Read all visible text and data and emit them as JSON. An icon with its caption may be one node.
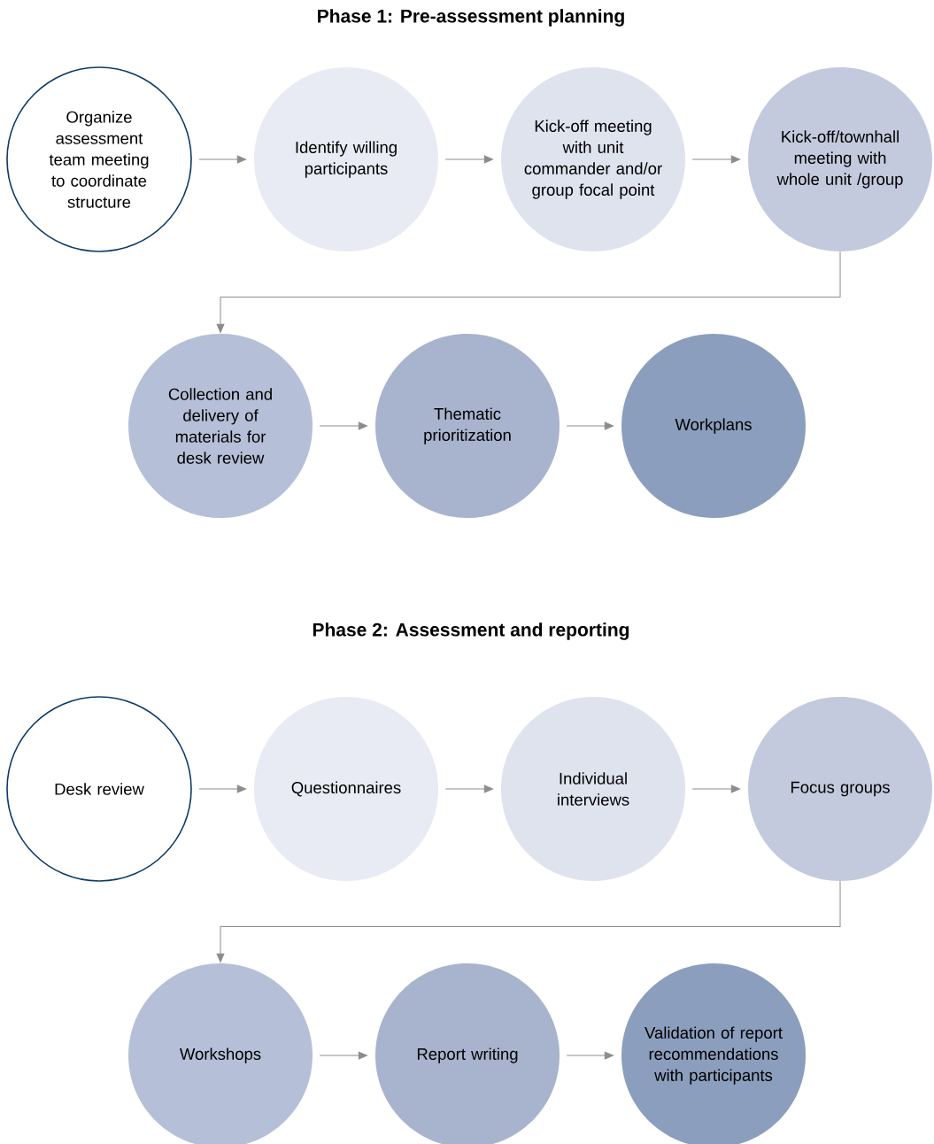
{
  "diagram": {
    "nodes": [
      {
        "text": [
          "Organize assessment team meeting to coordinate structure"
        ]
      },
      {
        "text": [
          "Identify willing participants"
        ]
      },
      {
        "text": [
          "Kick-off meeting with unit commander and/or group focal point"
        ]
      },
      {
        "text": [
          "Kick-off/townhall meeting with whole unit /group"
        ]
      },
      {
        "text": [
          "Collection and delivery of materials for desk review"
        ]
      },
      {
        "text": [
          "Thematic prioritization"
        ]
      },
      {
        "text": [
          "Workplans"
        ]
      },
      {
        "text": [
          "Desk review"
        ]
      },
      {
        "text": [
          "Questionnaires"
        ]
      },
      {
        "text": [
          "Individual interviews"
        ]
      },
      {
        "text": [
          "Focus groups"
        ]
      },
      {
        "text": [
          "Workshops"
        ]
      },
      {
        "text": [
          "Report writing"
        ]
      },
      {
        "text": [
          "Validation of report recommendations with participants"
        ]
      }
    ],
    "edges": [
      {
        "from": 0,
        "to": 1,
        "arrow": "to"
      },
      {
        "from": 1,
        "to": 2,
        "arrow": "to"
      },
      {
        "from": 2,
        "to": 3,
        "arrow": "to"
      },
      {
        "from": 3,
        "to": 4,
        "arrow": "to"
      },
      {
        "from": 4,
        "to": 5,
        "arrow": "to"
      },
      {
        "from": 5,
        "to": 6,
        "arrow": "to"
      },
      {
        "from": 7,
        "to": 8,
        "arrow": "to"
      },
      {
        "from": 8,
        "to": 9,
        "arrow": "to"
      },
      {
        "from": 9,
        "to": 10,
        "arrow": "to"
      },
      {
        "from": 10,
        "to": 11,
        "arrow": "to"
      },
      {
        "from": 11,
        "to": 12,
        "arrow": "to"
      },
      {
        "from": 12,
        "to": 13,
        "arrow": "to"
      }
    ],
    "labels": [
      "Phase 1: Pre-assessment planning",
      "Phase 2: Assessment and reporting"
    ]
  }
}
